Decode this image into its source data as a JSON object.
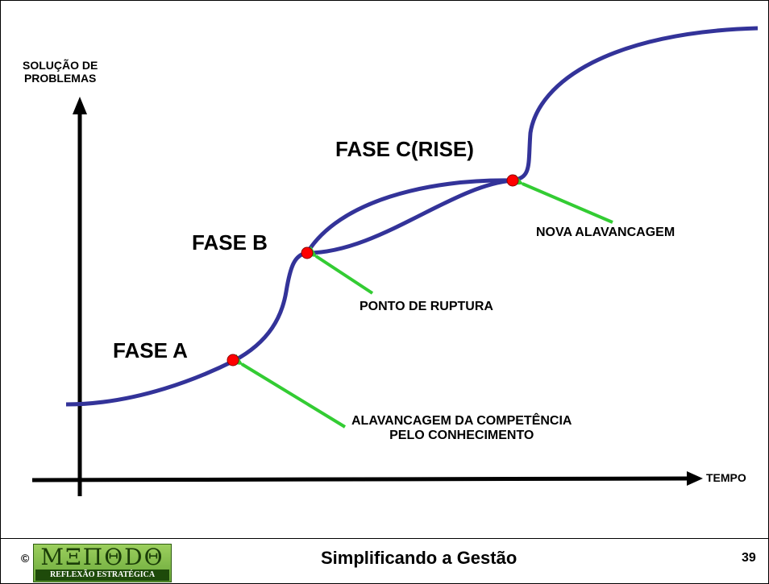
{
  "axes": {
    "y_label_line1": "SOLUÇÃO DE",
    "y_label_line2": "PROBLEMAS",
    "x_label": "TEMPO"
  },
  "phases": {
    "a": "FASE A",
    "b": "FASE B",
    "c": "FASE C(RISE)"
  },
  "annotations": {
    "nova_alavancagem": "NOVA ALAVANCAGEM",
    "ponto_de_ruptura": "PONTO DE RUPTURA",
    "alavancagem_line1": "ALAVANCAGEM DA COMPETÊNCIA",
    "alavancagem_line2": "PELO CONHECIMENTO"
  },
  "footer": {
    "copyright": "©",
    "logo_main": "MΞΠΘDΘ",
    "logo_sub": "REFLEXÃO ESTRATÉGICA",
    "title": "Simplificando a Gestão",
    "page_number": "39"
  },
  "colors": {
    "curve": "#333399",
    "point": "#ff0000",
    "arrow": "#33cc33",
    "axis": "#000000"
  }
}
